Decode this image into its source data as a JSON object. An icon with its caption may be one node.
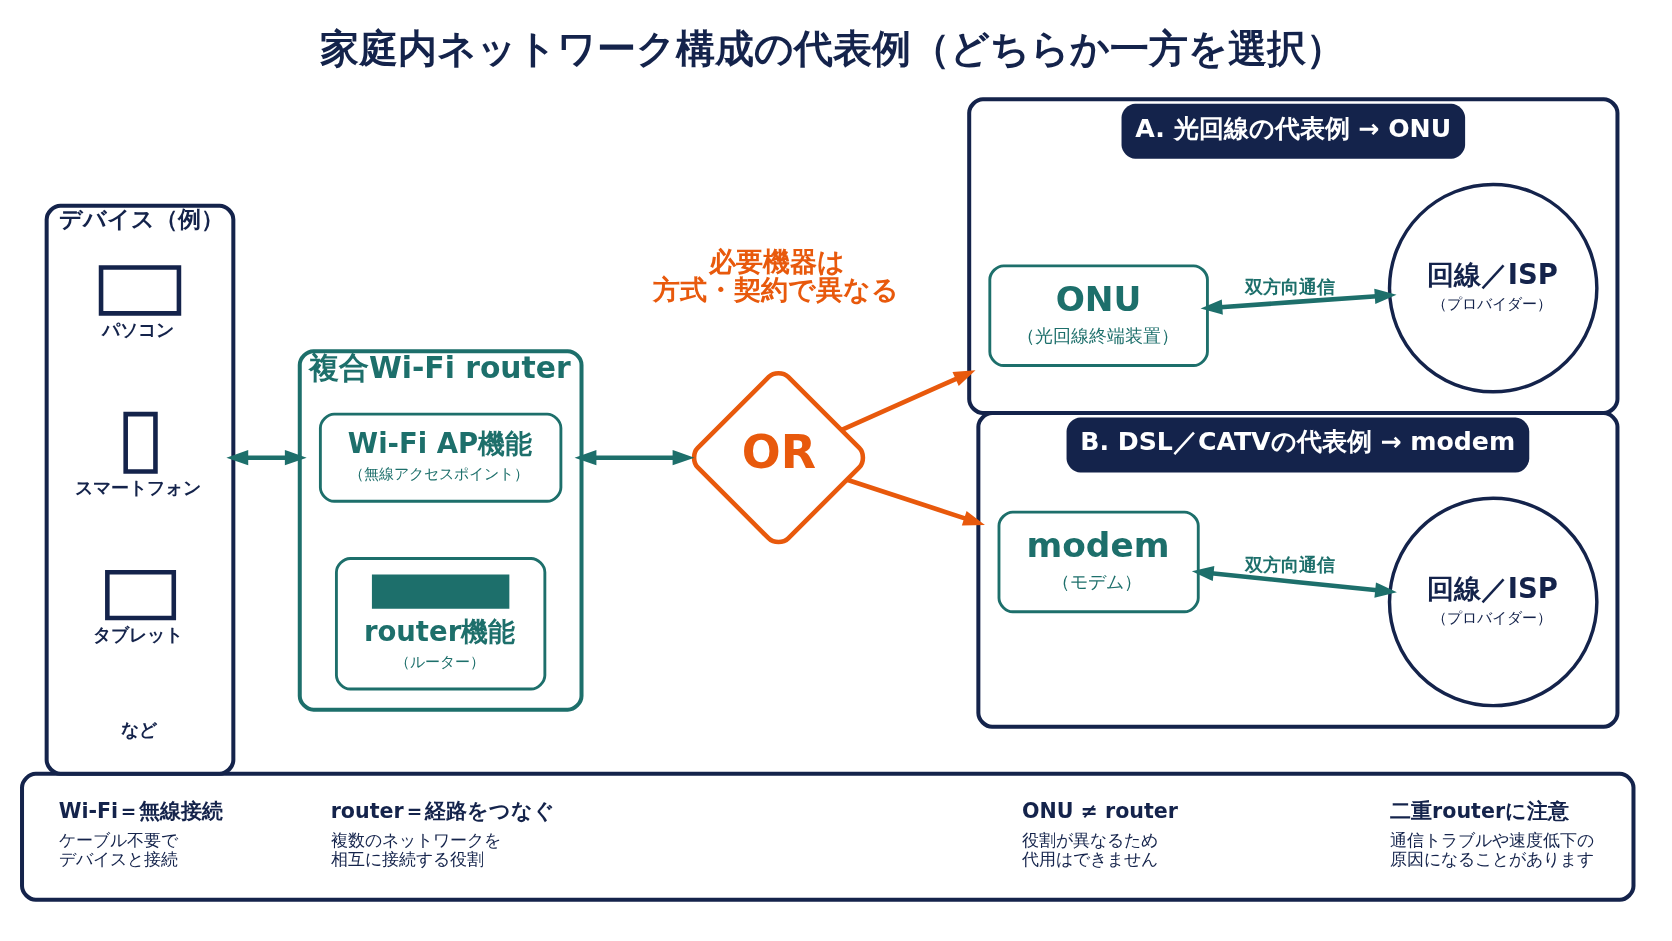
{
  "diagram": {
    "title": "家庭内ネットワーク構成の代表例（どちらか一方を選択）",
    "nodes": [
      {
        "text": [
          "デバイス（例）",
          "など"
        ]
      },
      {
        "text": [
          "パソコン"
        ],
        "in": 0
      },
      {
        "text": [
          "スマートフォン"
        ],
        "in": 0
      },
      {
        "text": [
          "タブレット"
        ],
        "in": 0
      },
      {
        "text": [
          "複合Wi-Fi router"
        ]
      },
      {
        "text": [
          "Wi-Fi AP機能",
          "（無線アクセスポイント）"
        ],
        "in": 4
      },
      {
        "text": [
          "router機能",
          "（ルーター）"
        ],
        "in": 4
      },
      {
        "text": [
          "OR"
        ]
      },
      {
        "text": [
          "A. 光回線の代表例 → ONU"
        ]
      },
      {
        "text": [
          "ONU",
          "（光回線終端装置）"
        ],
        "in": 8
      },
      {
        "text": [
          "回線／ISP",
          "（プロバイダー）"
        ],
        "in": 8
      },
      {
        "text": [
          "B. DSL／CATVの代表例 → modem"
        ]
      },
      {
        "text": [
          "modem",
          "（モデム）"
        ],
        "in": 11
      },
      {
        "text": [
          "回線／ISP",
          "（プロバイダー）"
        ],
        "in": 11
      },
      {
        "text": [],
        "shape": "box"
      },
      {
        "text": [
          "Wi-Fi＝無線接続",
          "ケーブル不要でデバイスと接続"
        ],
        "in": 14
      },
      {
        "text": [
          "router＝経路をつなぐ",
          "複数のネットワークを相互に接続する役割"
        ],
        "in": 14
      },
      {
        "text": [
          "ONU ≠ router",
          "役割が異なるため代用はできません"
        ],
        "in": 14
      },
      {
        "text": [
          "二重routerに注意",
          "通信トラブルや速度低下の原因になることがあります"
        ],
        "in": 14
      }
    ],
    "edges": [
      {
        "from": 0,
        "to": 4,
        "arrow": "both"
      },
      {
        "from": 4,
        "to": 7,
        "arrow": "both"
      },
      {
        "from": 7,
        "to": 8,
        "arrow": "to",
        "color": "#e8590c"
      },
      {
        "from": 7,
        "to": 11,
        "arrow": "to",
        "color": "#e8590c"
      },
      {
        "from": 9,
        "to": 10,
        "arrow": "both",
        "label": "双方向通信"
      },
      {
        "from": 12,
        "to": 13,
        "arrow": "both",
        "label": "双方向通信"
      }
    ],
    "labels": [
      "必要機器は方式・契約で異なる"
    ]
  }
}
